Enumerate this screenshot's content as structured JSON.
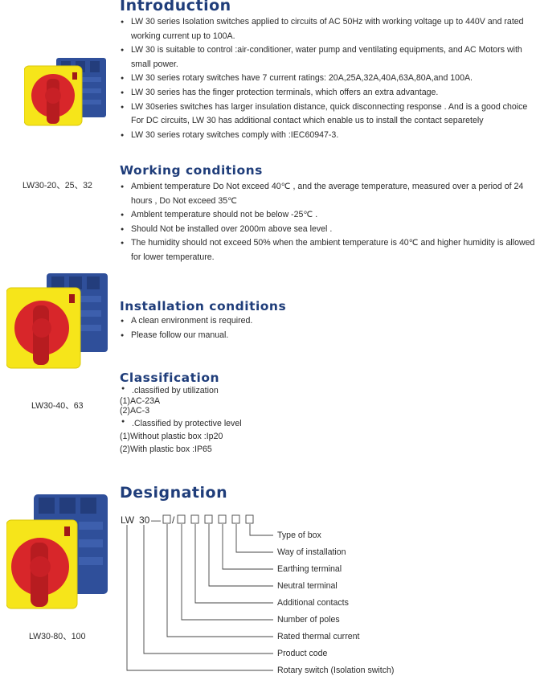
{
  "introduction": {
    "title": "Introduction",
    "bullets": [
      "LW 30 series Isolation switches applied to circuits of AC 50Hz with working voltage up to 440V and rated working current up to 100A.",
      "LW 30 is suitable to control :air-conditioner, water pump and ventilating equipments, and AC Motors with small power.",
      "LW 30 series rotary switches have 7 current ratings: 20A,25A,32A,40A,63A,80A,and 100A.",
      "LW 30 series has the finger protection terminals, which offers an extra advantage.",
      "LW 30series switches has larger insulation distance, quick disconnecting response . And is a good choice For DC circuits, LW 30 has additional contact which enable us to install the contact separetely",
      "LW 30 series rotary switches comply with :IEC60947-3."
    ]
  },
  "working_conditions": {
    "title": "Working conditions",
    "bullets": [
      "Ambient temperature Do Not exceed 40℃ , and the average temperature, measured over a period of 24 hours , Do Not exceed 35℃",
      "Amblent temperature should not be below -25℃ .",
      "Should Not be installed over 2000m above sea level .",
      "The humidity should not exceed 50% when the ambient temperature is 40℃ and higher humidity is allowed for lower temperature."
    ]
  },
  "installation_conditions": {
    "title": "Installation conditions",
    "bullets": [
      "A clean environment is required.",
      "Please follow our manual."
    ]
  },
  "classification": {
    "title": "Classification",
    "utilization_head": ".classified by utilization",
    "utilization": [
      "(1)AC-23A",
      "(2)AC-3"
    ],
    "protective_head": ".Classified by protective level",
    "protective": [
      "(1)Without plastic box :Ip20",
      "(2)With plastic box :IP65"
    ]
  },
  "products": [
    {
      "caption": "LW30-20、25、32"
    },
    {
      "caption": "LW30-40、63"
    },
    {
      "caption": "LW30-80、100"
    }
  ],
  "designation": {
    "title": "Designation",
    "code_prefix": "LW",
    "code_number": "30",
    "code_dash": "—",
    "code_slash": "/",
    "labels": [
      "Type of  box",
      "Way of installation",
      "Earthing terminal",
      "Neutral terminal",
      "Additional contacts",
      "Number of poles",
      "Rated thermal current",
      "Product code",
      "Rotary switch (Isolation switch)"
    ]
  },
  "colors": {
    "heading": "#1f3d7a",
    "switch_yellow": "#f6e51a",
    "switch_red": "#d8262a",
    "body_blue": "#2f4f9a"
  }
}
